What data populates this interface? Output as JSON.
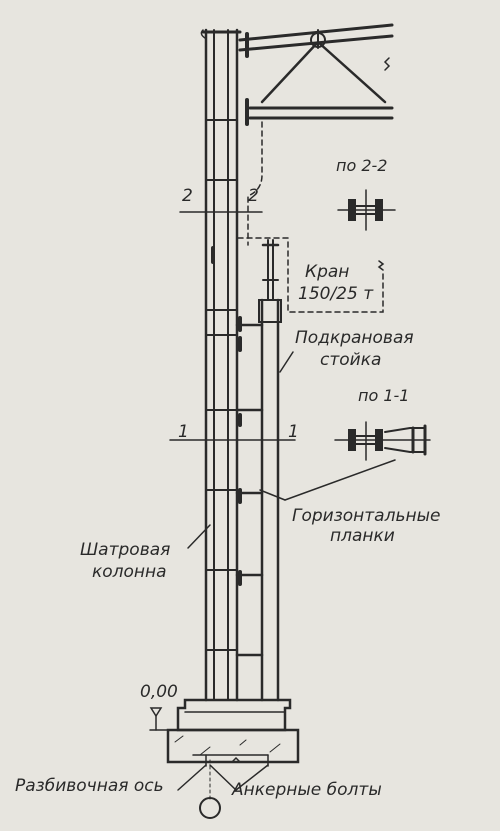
{
  "labels": {
    "section_2_2": "по 2-2",
    "crane_line1": "Кран",
    "crane_line2": "150/25 т",
    "crane_post_line1": "Подкрановая",
    "crane_post_line2": "стойка",
    "section_1_1": "по 1-1",
    "horizontal_line1": "Горизонтальные",
    "horizontal_line2": "планки",
    "tent_line1": "Шатровая",
    "tent_line2": "колонна",
    "elevation": "0,00",
    "layout_axis": "Разбивочная ось",
    "anchor_bolts": "Анкерные болты",
    "cut_1": "1",
    "cut_2": "2"
  },
  "colors": {
    "paper": "#e7e5df",
    "ink": "#2a2a2a"
  }
}
